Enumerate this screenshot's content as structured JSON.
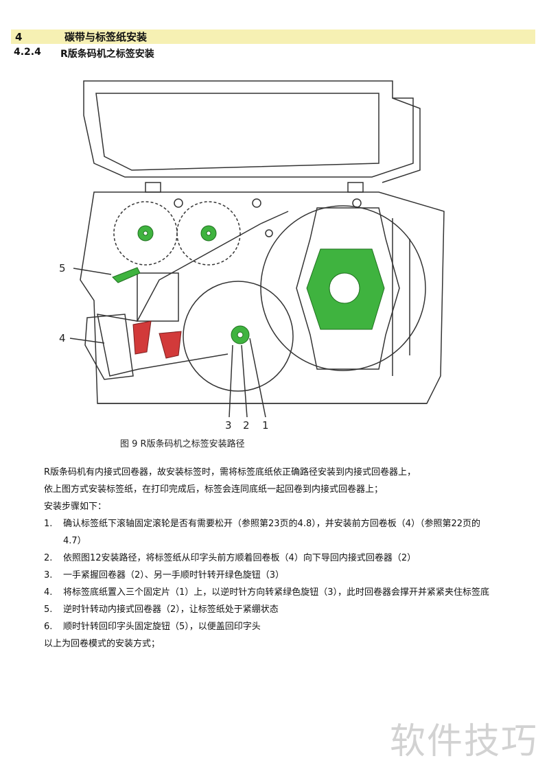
{
  "chapter": {
    "number": "4",
    "title": "碳带与标签纸安装"
  },
  "section": {
    "number": "4.2.4",
    "title": "R版条码机之标签安装"
  },
  "figure": {
    "caption": "图 9 R版条码机之标签安装路径",
    "callouts": {
      "c5": "5",
      "c4": "4",
      "c3": "3",
      "c2": "2",
      "c1": "1"
    },
    "colors": {
      "accent_green": "#3fb33f",
      "accent_red": "#d23a3a",
      "line": "#333333"
    }
  },
  "body": {
    "intro1": "R版条码机有内接式回卷器，故安装标签时，需将标签底纸依正确路径安装到内接式回卷器上，",
    "intro2": "依上图方式安装标签纸，在打印完成后，标签会连同底纸一起回卷到内接式回卷器上；",
    "steps_heading": "安装步骤如下：",
    "steps": [
      {
        "n": "1.",
        "text": "确认标签纸下滚轴固定滚轮是否有需要松开（参照第23页的4.8），并安装前方回卷板（4）（参照第22页的"
      },
      {
        "n": "",
        "text": "4.7）"
      },
      {
        "n": "2.",
        "text": "依照图12安装路径，将标签纸从印字头前方顺着回卷板（4）向下导回内接式回卷器（2）"
      },
      {
        "n": "3.",
        "text": "一手紧握回卷器（2）、另一手顺时针转开绿色旋钮（3）"
      },
      {
        "n": "4.",
        "text": "将标签底纸置入三个固定片（1）上，以逆时针方向转紧绿色旋钮（3），此时回卷器会撑开并紧紧夹住标签底"
      },
      {
        "n": "5.",
        "text": "逆时针转动内接式回卷器（2），让标签纸处于紧绷状态"
      },
      {
        "n": "6.",
        "text": "顺时针转回印字头固定旋钮（5），以便盖回印字头"
      }
    ],
    "outro": "以上为回卷模式的安装方式；"
  },
  "watermark": "软件技巧"
}
